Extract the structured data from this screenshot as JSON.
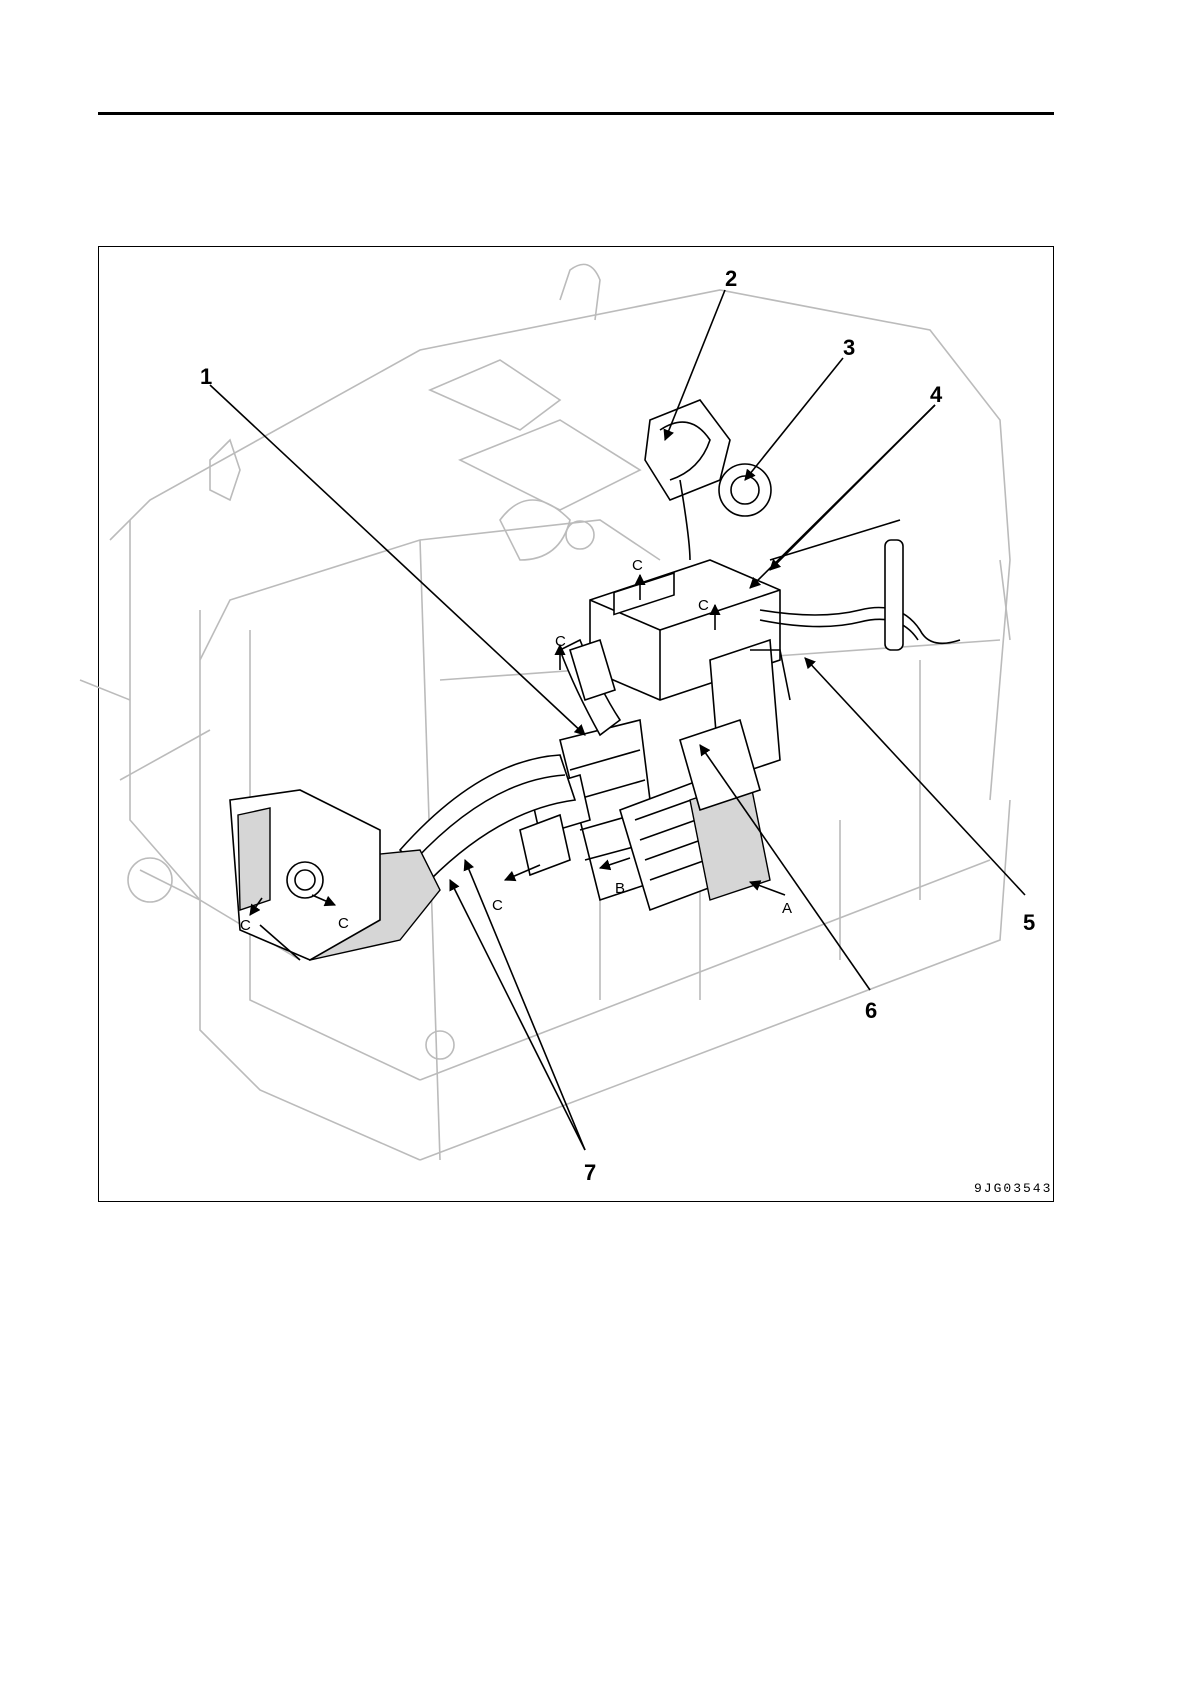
{
  "figure": {
    "id": "9JG03543",
    "callouts": [
      "1",
      "2",
      "3",
      "4",
      "5",
      "6",
      "7"
    ],
    "flow_labels": {
      "a": "A",
      "b": "B",
      "c": "C"
    }
  }
}
